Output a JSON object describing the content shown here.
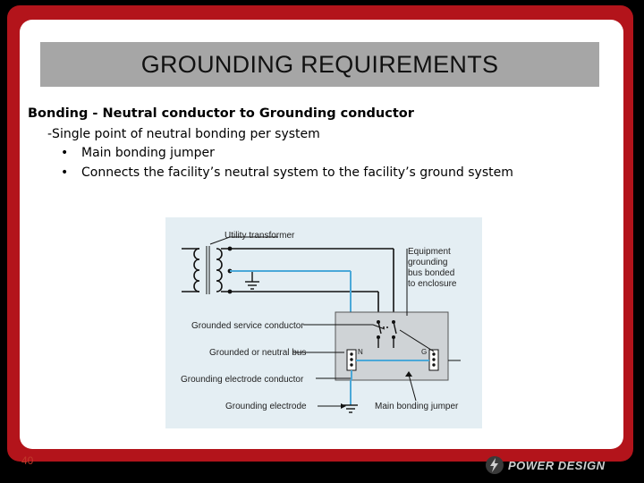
{
  "slide": {
    "title": "GROUNDING REQUIREMENTS",
    "lines": {
      "heading": "Bonding - Neutral conductor to Grounding conductor",
      "sub": "-Single point of neutral bonding per system",
      "bullet1": "Main bonding jumper",
      "bullet2": "Connects the facility’s neutral system to the facility’s ground system"
    },
    "bullet_glyph": "•",
    "page_number": "40"
  },
  "diagram": {
    "labels": {
      "utility_transformer": "Utility transformer",
      "equipment_bus_1": "Equipment",
      "equipment_bus_2": "grounding",
      "equipment_bus_3": "bus bonded",
      "equipment_bus_4": "to enclosure",
      "grounded_service_conductor": "Grounded service conductor",
      "grounded_neutral_bus": "Grounded or neutral bus",
      "grounding_electrode_conductor": "Grounding electrode conductor",
      "grounding_electrode": "Grounding electrode",
      "main_bonding_jumper": "Main bonding jumper",
      "bus_n": "N",
      "bus_g": "G"
    },
    "colors": {
      "wire_blue": "#4aa8d8",
      "wire_black": "#111111",
      "panel": "#cfd3d6"
    }
  },
  "footer": {
    "logo_text": "POWER DESIGN",
    "logo_icon": "lightning-bolt-icon"
  }
}
